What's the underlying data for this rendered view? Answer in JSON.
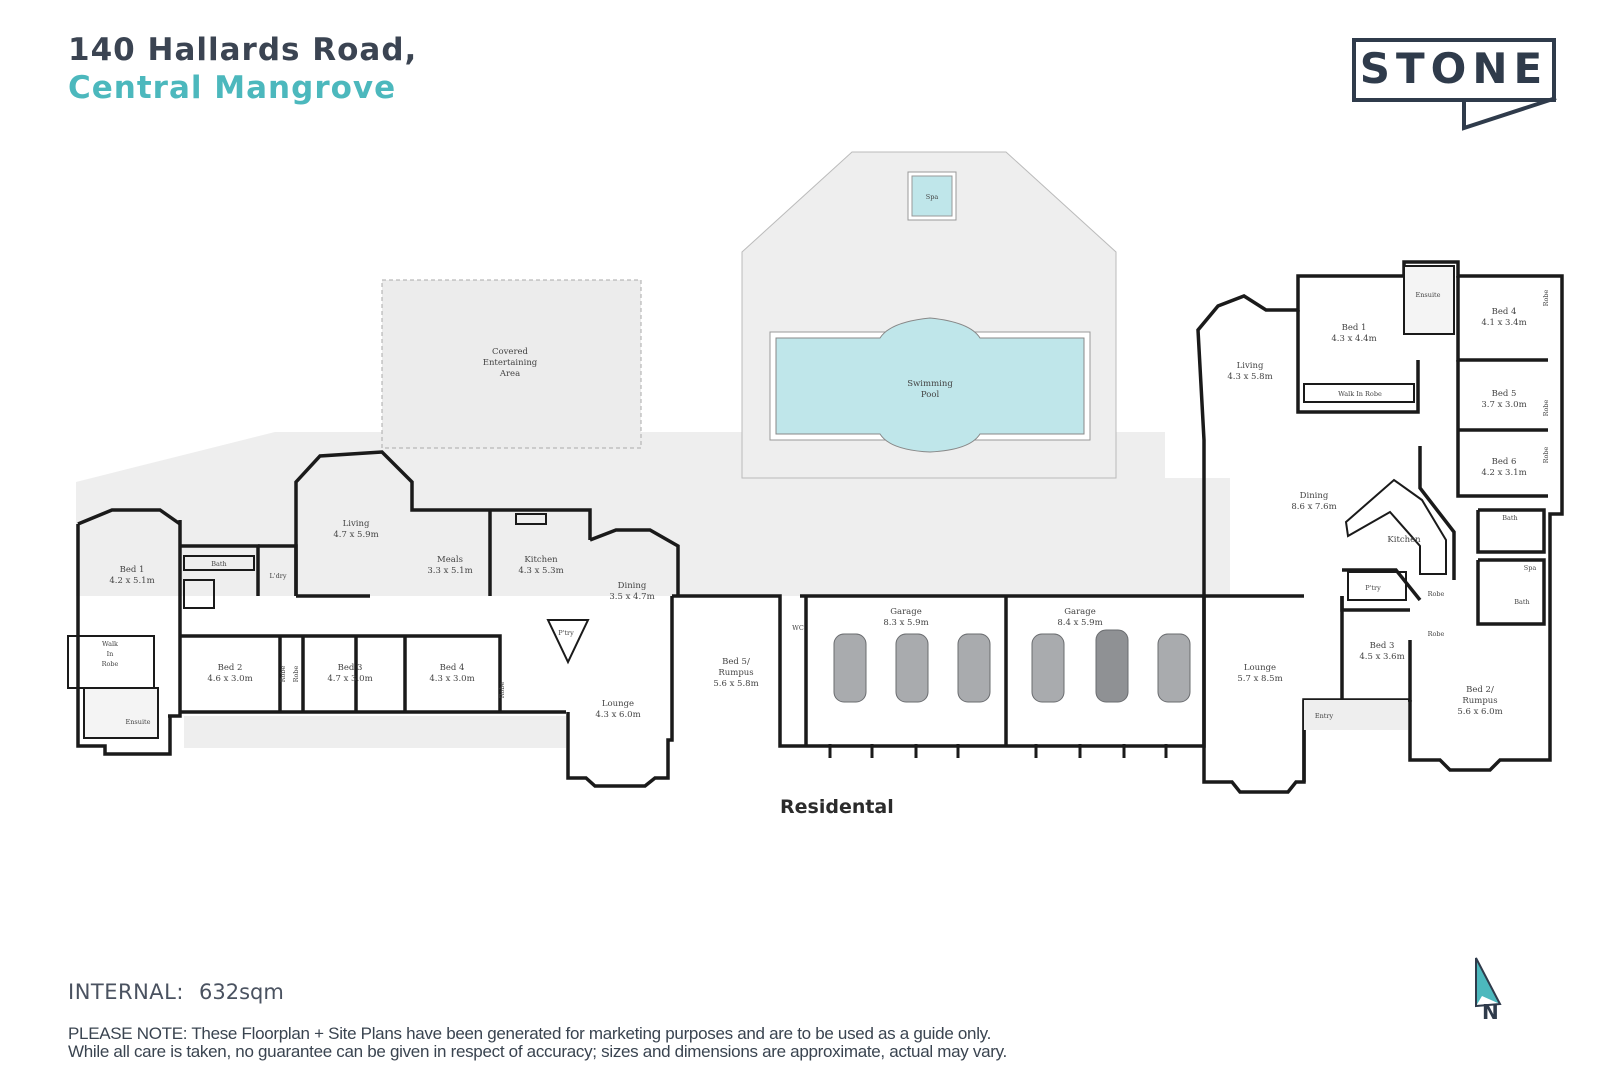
{
  "header": {
    "address_line1": "140 Hallards Road,",
    "address_line2": "Central Mangrove"
  },
  "brand": {
    "logo_text": "STONE",
    "primary_color": "#2f3b4b",
    "accent_color": "#4cb8bd"
  },
  "plan": {
    "label": "Residental",
    "outdoor": {
      "spa": "Spa",
      "pool_line1": "Swimming",
      "pool_line2": "Pool",
      "covered_line1": "Covered",
      "covered_line2": "Entertaining",
      "covered_line3": "Area"
    },
    "rooms": {
      "bed1_w_name": "Bed 1",
      "bed1_w_dim": "4.2 x 5.1m",
      "wir_w_1": "Walk",
      "wir_w_2": "In",
      "wir_w_3": "Robe",
      "bath_w": "Bath",
      "ldry": "L'dry",
      "ensuite_w": "Ensuite",
      "living_w_name": "Living",
      "living_w_dim": "4.7 x 5.9m",
      "meals_name": "Meals",
      "meals_dim": "3.3 x 5.1m",
      "kitchen_w_name": "Kitchen",
      "kitchen_w_dim": "4.3 x 5.3m",
      "dining_w_name": "Dining",
      "dining_w_dim": "3.5 x 4.7m",
      "ptry_w": "P'try",
      "bed2_w_name": "Bed 2",
      "bed2_w_dim": "4.6 x 3.0m",
      "robe_a": "Robe",
      "robe_b": "Robe",
      "bed3_w_name": "Bed 3",
      "bed3_w_dim": "4.7 x 3.0m",
      "bed4_w_name": "Bed 4",
      "bed4_w_dim": "4.3 x 3.0m",
      "robe_c": "Robe",
      "lounge_w_name": "Lounge",
      "lounge_w_dim": "4.3 x 6.0m",
      "bed5_name": "Bed 5/",
      "bed5_sub": "Rumpus",
      "bed5_dim": "5.6 x 5.8m",
      "wc": "WC",
      "garage1_name": "Garage",
      "garage1_dim": "8.3 x 5.9m",
      "garage2_name": "Garage",
      "garage2_dim": "8.4 x 5.9m",
      "living_e_name": "Living",
      "living_e_dim": "4.3 x 5.8m",
      "bed1_e_name": "Bed 1",
      "bed1_e_dim": "4.3 x 4.4m",
      "wir_e": "Walk In Robe",
      "ensuite_e": "Ensuite",
      "bed4_e_name": "Bed 4",
      "bed4_e_dim": "4.1 x 3.4m",
      "robe_d": "Robe",
      "bed5_e_name": "Bed 5",
      "bed5_e_dim": "3.7 x 3.0m",
      "robe_e": "Robe",
      "bed6_name": "Bed 6",
      "bed6_dim": "4.2 x 3.1m",
      "robe_f": "Robe",
      "dining_e_name": "Dining",
      "dining_e_dim": "8.6 x 7.6m",
      "kitchen_e_name": "Kitchen",
      "ptry_e": "P'try",
      "robe_g": "Robe",
      "robe_h": "Robe",
      "bath_e1": "Bath",
      "spa_e": "Spa",
      "bath_e2": "Bath",
      "bed3_e_name": "Bed 3",
      "bed3_e_dim": "4.5 x 3.6m",
      "lounge_e_name": "Lounge",
      "lounge_e_dim": "5.7 x 8.5m",
      "entry": "Entry",
      "bed2_e_name": "Bed 2/",
      "bed2_e_sub": "Rumpus",
      "bed2_e_dim": "5.6 x 6.0m"
    }
  },
  "footer": {
    "internal_label": "INTERNAL:",
    "internal_value": "632sqm",
    "note_line1": "PLEASE NOTE: These Floorplan + Site Plans have been generated for marketing purposes and are to be used as a guide only.",
    "note_line2": "While all care is taken, no guarantee can be given in respect of accuracy; sizes and dimensions are approximate, actual may vary.",
    "compass_letter": "N"
  }
}
